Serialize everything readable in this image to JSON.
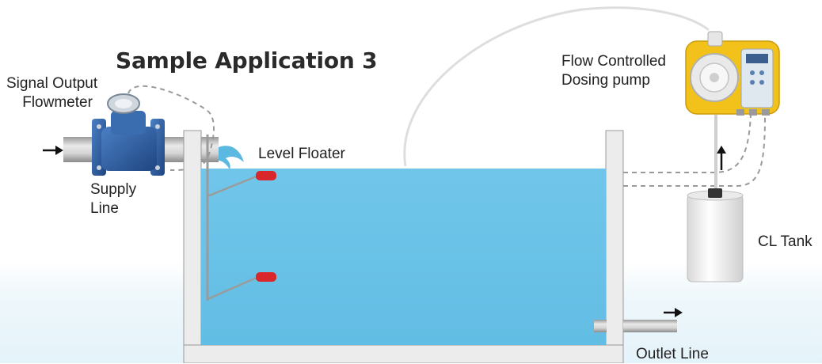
{
  "title": "Sample Application 3",
  "labels": {
    "flowmeter_line1": "Signal Output",
    "flowmeter_line2": "Flowmeter",
    "supply_line1": "Supply",
    "supply_line2": "Line",
    "level_floater": "Level Floater",
    "pump_line1": "Flow Controlled",
    "pump_line2": "Dosing pump",
    "cl_tank": "CL Tank",
    "outlet_line": "Outlet Line"
  },
  "colors": {
    "water": "#6cc3e8",
    "tank_wall": "#efefef",
    "pipe": "#c8c8c8",
    "flowmeter_body": "#2f5d9e",
    "floater": "#d9262b",
    "pump_housing": "#f2c21b",
    "signal_cable": "#9a9a9a"
  }
}
